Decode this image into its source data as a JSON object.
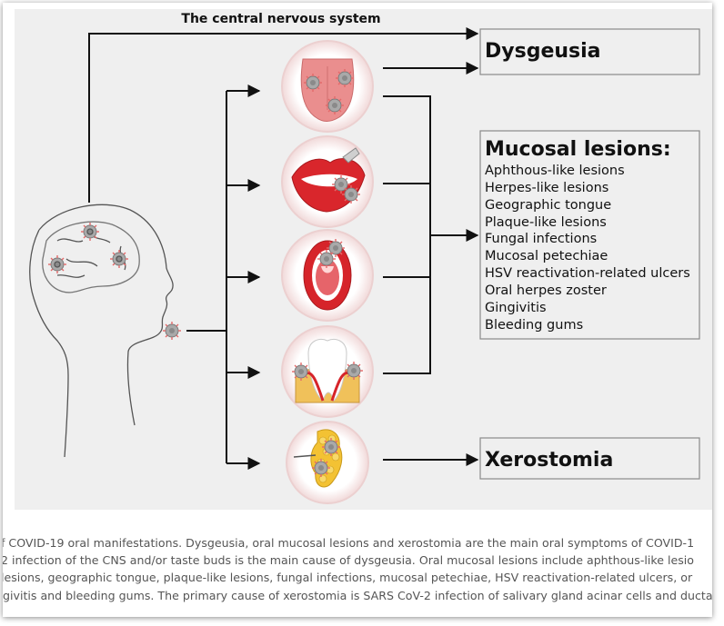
{
  "figure": {
    "top_label": "The central nervous system",
    "outcomes": {
      "dysgeusia": "Dysgeusia",
      "xerostomia": "Xerostomia",
      "mucosal_title": "Mucosal lesions:",
      "mucosal_items": [
        "Aphthous-like lesions",
        "Herpes-like lesions",
        "Geographic tongue",
        "Plaque-like lesions",
        "Fungal infections",
        "Mucosal petechiae",
        "HSV reactivation-related ulcers",
        "Oral herpes zoster",
        "Gingivitis",
        "Bleeding gums"
      ]
    },
    "colors": {
      "panel_bg": "#efefef",
      "line": "#111111",
      "box_border": "#8a8a8a",
      "virus": "#9a9a9a",
      "tongue": "#e98a8a",
      "lips": "#d6242a",
      "gland": "#f3c233"
    },
    "icons": [
      "brain-head-icon",
      "virus-icon",
      "tongue-icon",
      "lips-icon",
      "open-mouth-icon",
      "tooth-gum-icon",
      "salivary-gland-icon"
    ]
  },
  "caption": {
    "lines": [
      "f COVID-19 oral manifestations. Dysgeusia, oral mucosal lesions and xerostomia are the main oral symptoms of COVID-1",
      "2 infection of the CNS and/or taste buds is the main cause of dysgeusia. Oral mucosal lesions include aphthous-like lesio",
      "lesions, geographic tongue, plaque-like lesions, fungal infections, mucosal petechiae, HSV reactivation-related ulcers, or",
      "givitis and bleeding gums. The primary cause of xerostomia is SARS CoV-2 infection of salivary gland acinar cells and ducta"
    ]
  }
}
